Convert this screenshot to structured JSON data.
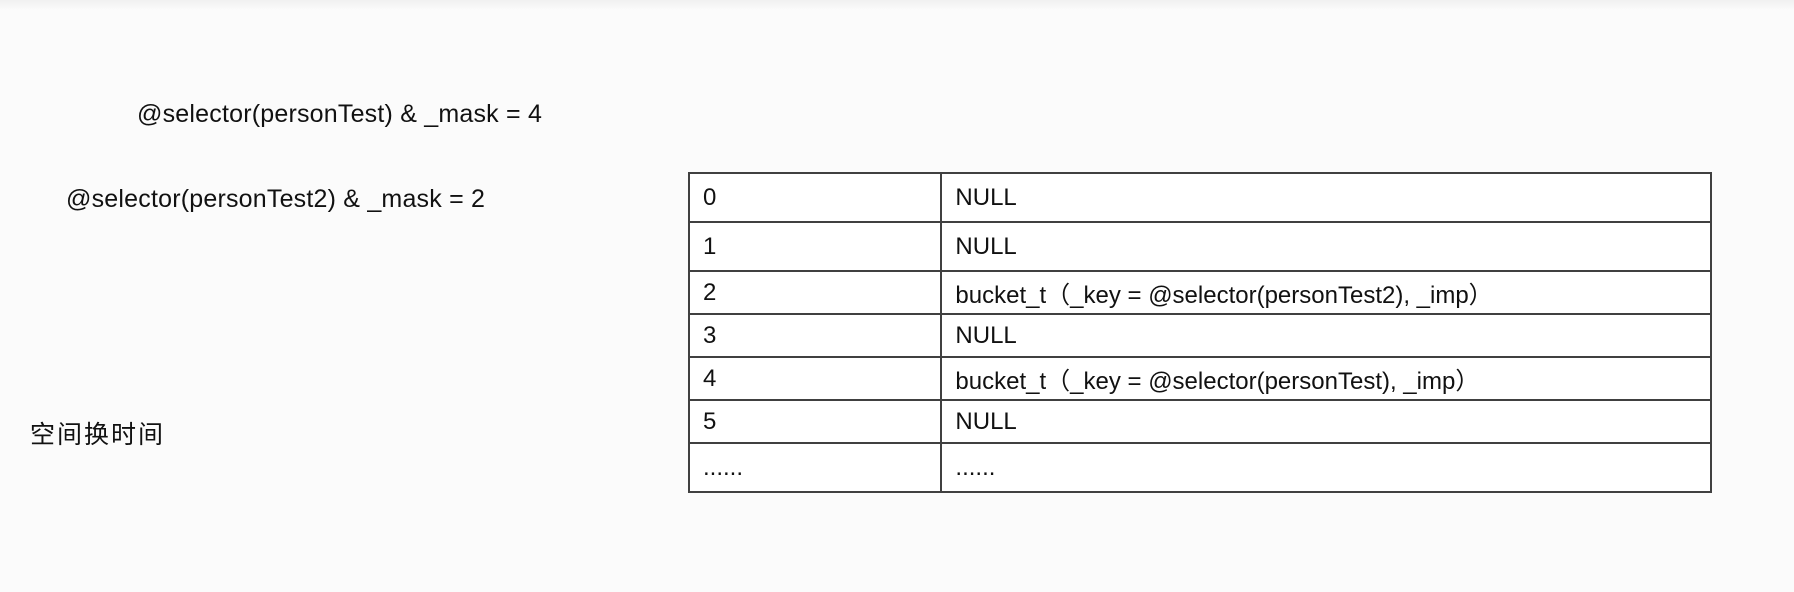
{
  "formulas": [
    "@selector(personTest)  & _mask = 4",
    "@selector(personTest2)  & _mask = 2"
  ],
  "side_note": "空间换时间",
  "table": {
    "rows": [
      {
        "index": "0",
        "value": "NULL"
      },
      {
        "index": "1",
        "value": "NULL"
      },
      {
        "index": "2",
        "value": "bucket_t（_key = @selector(personTest2), _imp）"
      },
      {
        "index": "3",
        "value": "NULL"
      },
      {
        "index": "4",
        "value": "bucket_t（_key = @selector(personTest), _imp）"
      },
      {
        "index": "5",
        "value": "NULL"
      },
      {
        "index": "......",
        "value": "......"
      }
    ]
  }
}
